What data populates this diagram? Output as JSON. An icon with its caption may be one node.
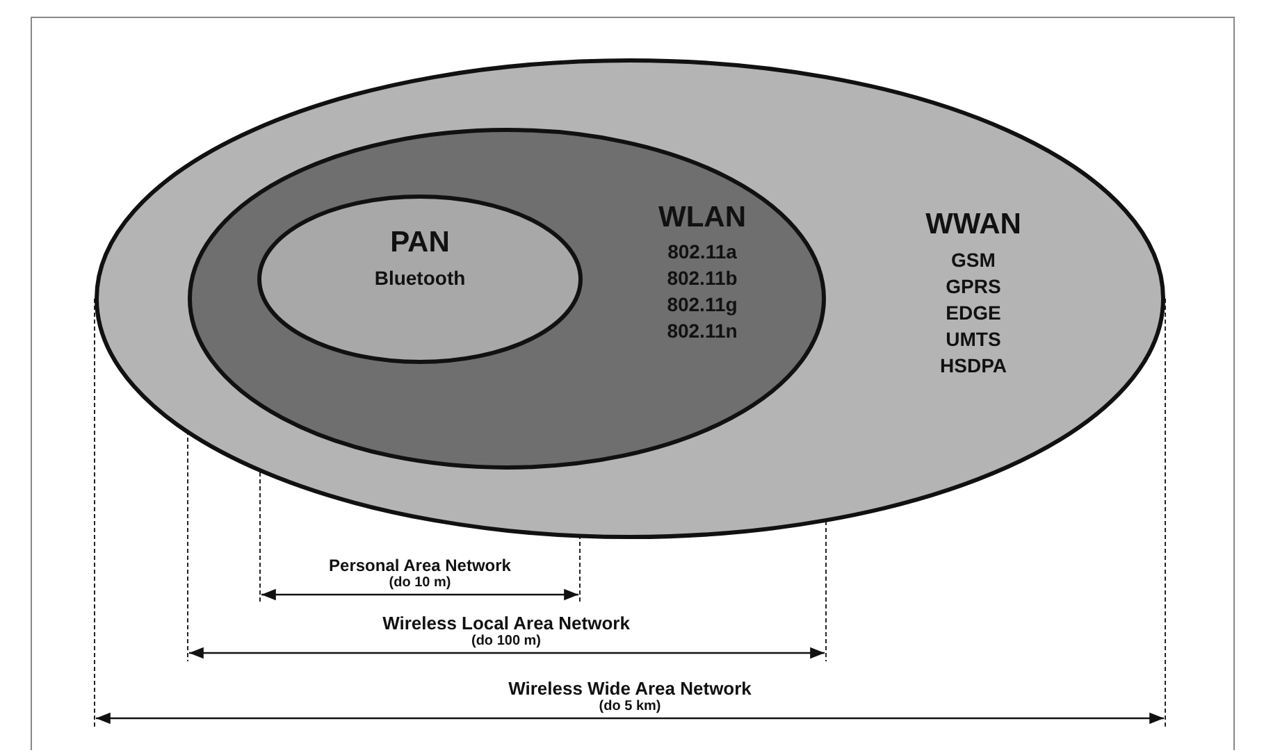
{
  "diagram": {
    "nodes": [
      {
        "text": [
          "WWAN",
          "GSM GPRS EDGE UMTS HSDPA"
        ]
      },
      {
        "text": [
          "WLAN",
          "802.11a 802.11b 802.11g 802.11n"
        ],
        "in": 0
      },
      {
        "text": [
          "PAN",
          "Bluetooth"
        ],
        "in": 1
      }
    ],
    "labels": [
      "Personal Area Network",
      "(do 10 m)",
      "Wireless Local Area Network",
      "(do 100 m)",
      "Wireless Wide Area Network",
      "(do 5 km)"
    ]
  }
}
